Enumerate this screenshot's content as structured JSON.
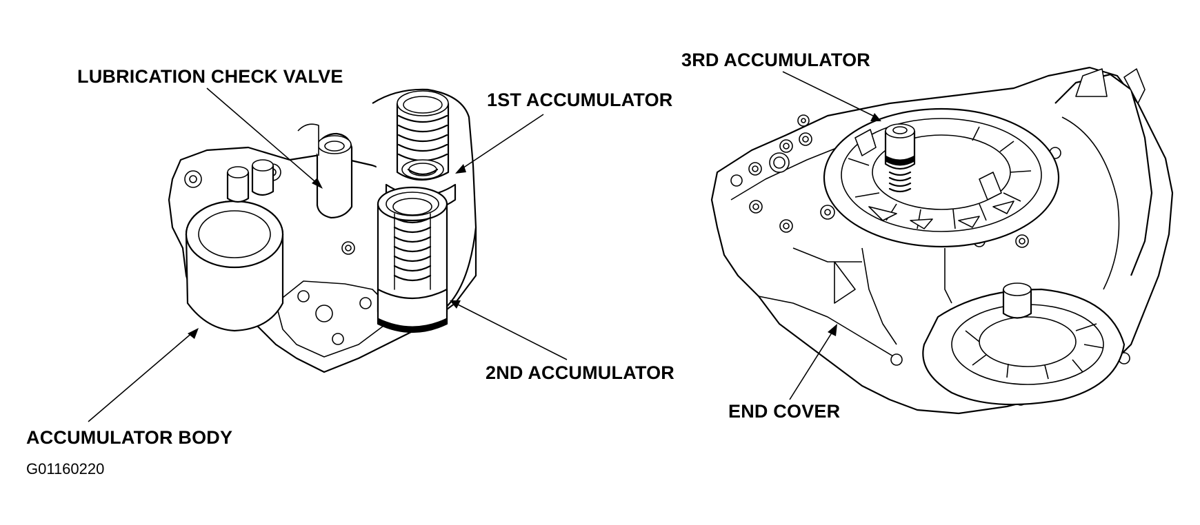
{
  "labels": {
    "lubrication_check_valve": "LUBRICATION CHECK VALVE",
    "first_accumulator": "1ST ACCUMULATOR",
    "second_accumulator": "2ND ACCUMULATOR",
    "accumulator_body": "ACCUMULATOR BODY",
    "third_accumulator": "3RD ACCUMULATOR",
    "end_cover": "END COVER"
  },
  "figure_code": "G01160220"
}
